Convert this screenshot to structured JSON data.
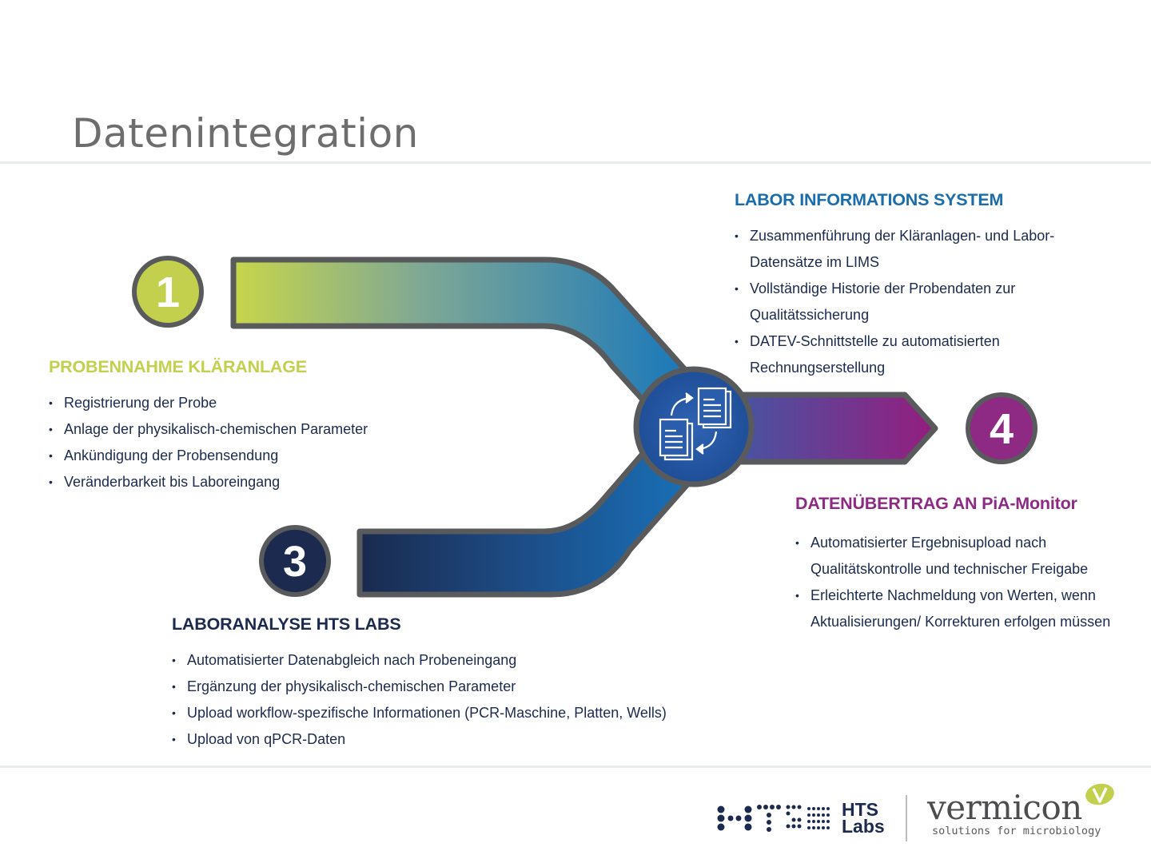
{
  "title": "Datenintegration",
  "steps": [
    {
      "number": "1",
      "color": "#c3d04d"
    },
    {
      "number": "3",
      "color": "#1b2a4e"
    },
    {
      "number": "4",
      "color": "#8e2a84"
    }
  ],
  "sections": {
    "probennahme": {
      "heading": "PROBENNAHME KLÄRANLAGE",
      "items": [
        "Registrierung der Probe",
        "Anlage der physikalisch-chemischen Parameter",
        "Ankündigung der Probensendung",
        "Veränderbarkeit bis Laboreingang"
      ]
    },
    "lims": {
      "heading": "LABOR INFORMATIONS SYSTEM",
      "items": [
        "Zusammenführung der Kläranlagen- und Labor-Datensätze im LIMS",
        "Vollständige Historie der Probendaten zur Qualitätssicherung",
        "DATEV-Schnittstelle zu automatisierten Rechnungserstellung"
      ]
    },
    "laboranalyse": {
      "heading": "LABORANALYSE HTS LABS",
      "items": [
        "Automatisierter Datenabgleich nach Probeneingang",
        "Ergänzung der physikalisch-chemischen Parameter",
        "Upload workflow-spezifische Informationen (PCR-Maschine, Platten, Wells)",
        "Upload von qPCR-Daten"
      ]
    },
    "datenuebertrag": {
      "heading": "DATENÜBERTRAG AN PiA-Monitor",
      "items": [
        "Automatisierter Ergebnisupload nach Qualitätskontrolle und technischer Freigabe",
        "Erleichterte Nachmeldung von Werten, wenn Aktualisierungen/ Korrekturen erfolgen müssen"
      ]
    }
  },
  "logos": {
    "hts_line1": "HTS",
    "hts_line2": "Labs",
    "vermicon_name": "vermicon",
    "vermicon_tagline": "solutions for microbiology"
  },
  "colors": {
    "green": "#c3d04d",
    "blue": "#1a6cab",
    "navy": "#1b2a4e",
    "purple": "#8e2a84",
    "ring": "#595a5c"
  }
}
